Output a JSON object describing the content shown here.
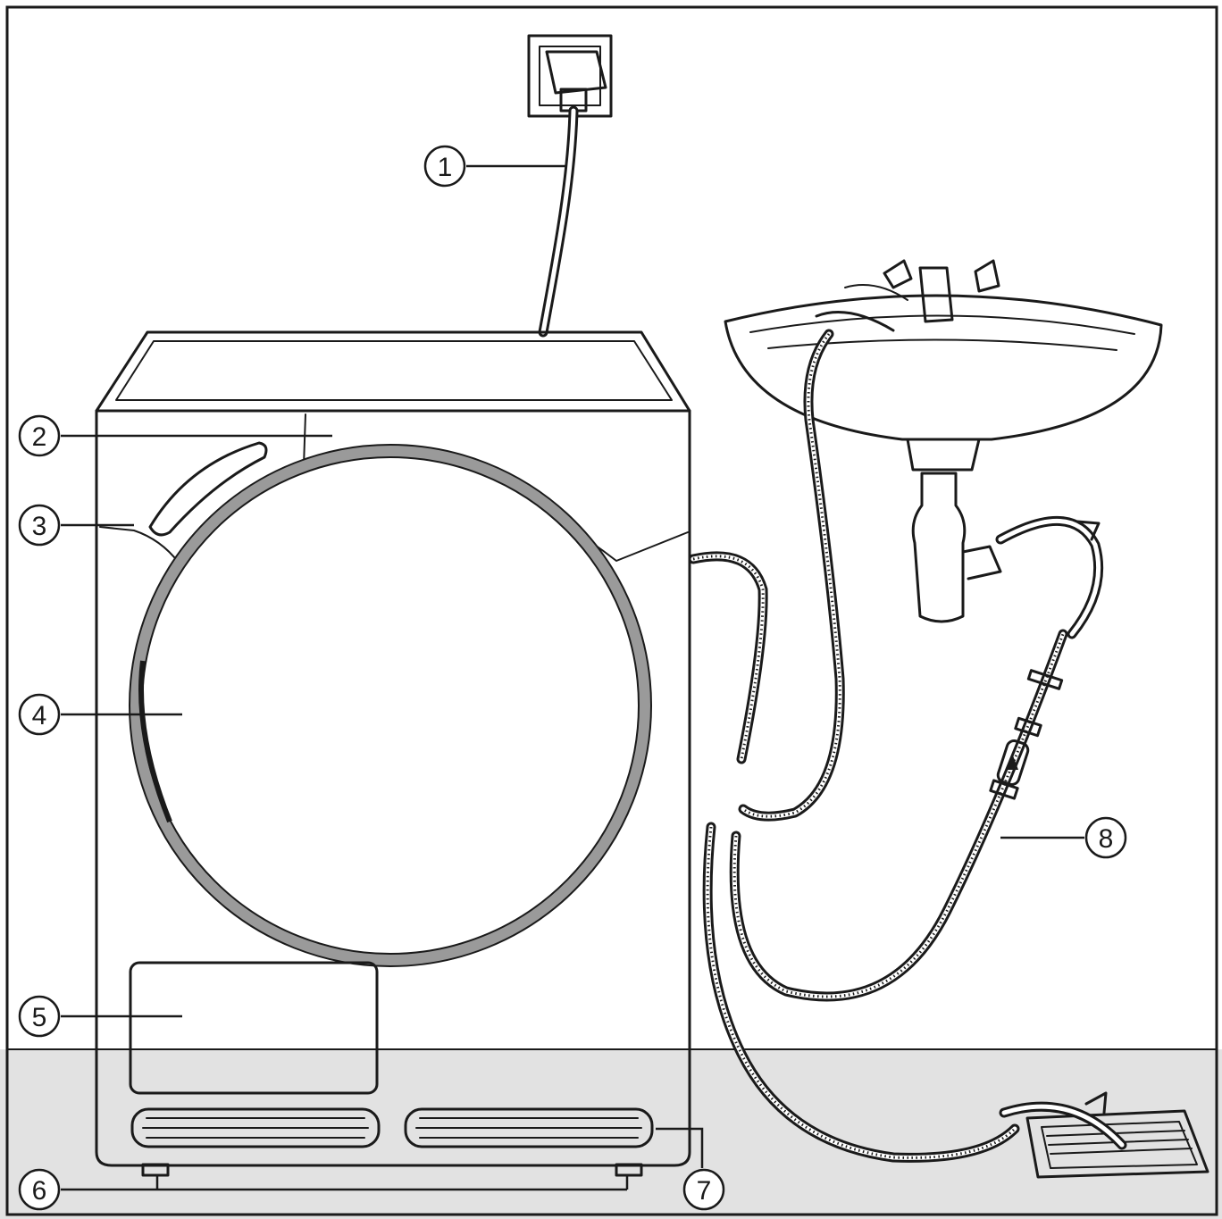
{
  "callouts": [
    {
      "id": "1",
      "label": "1"
    },
    {
      "id": "2",
      "label": "2"
    },
    {
      "id": "3",
      "label": "3"
    },
    {
      "id": "4",
      "label": "4"
    },
    {
      "id": "5",
      "label": "5"
    },
    {
      "id": "6",
      "label": "6"
    },
    {
      "id": "7",
      "label": "7"
    },
    {
      "id": "8",
      "label": "8"
    }
  ],
  "colors": {
    "line": "#1a1a1a",
    "floor": "#e2e2e2",
    "wall": "#ffffff",
    "door_ring": "#9a9a9a"
  }
}
